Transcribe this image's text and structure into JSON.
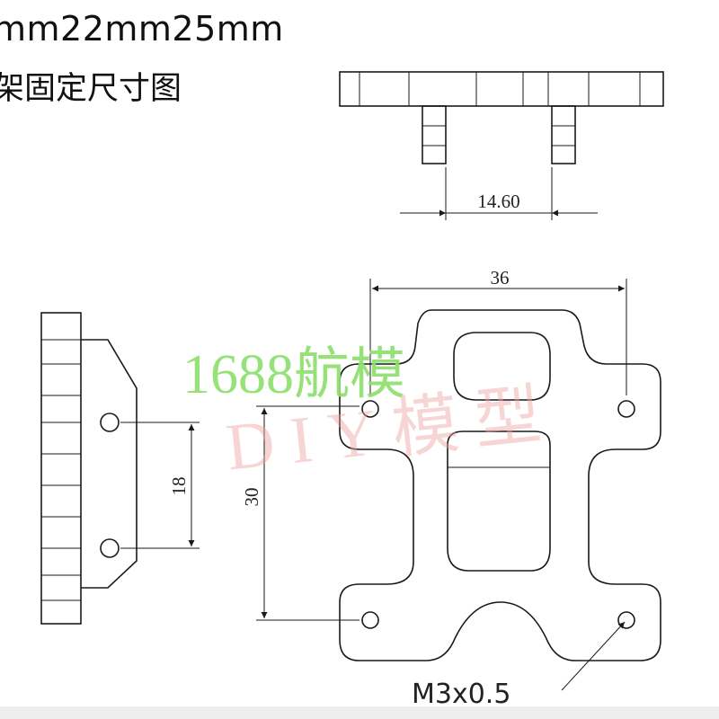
{
  "header": {
    "title_line1": "mm22mm25mm",
    "title_line2": "架固定尺寸图"
  },
  "watermark": {
    "green": "1688航模",
    "pink": "DIY模型"
  },
  "dimensions": {
    "top_spacing": "14.60",
    "width": "36",
    "side_spacing": "18",
    "height": "30",
    "hole_spec": "M3x0.5"
  },
  "colors": {
    "line": "#1a1a1a",
    "watermark_green": "#8ee06e",
    "watermark_pink": "#f0a3a3"
  }
}
